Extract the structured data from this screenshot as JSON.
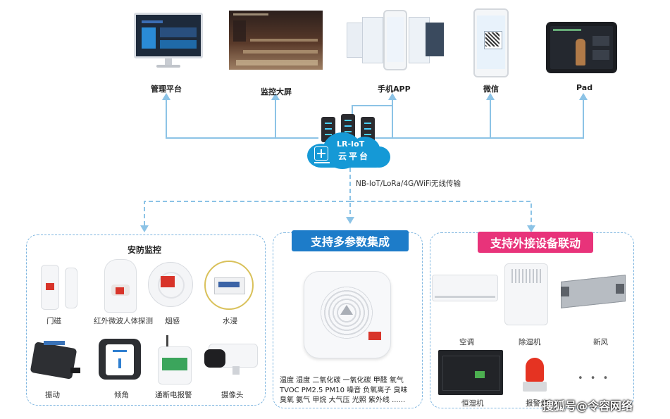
{
  "colors": {
    "line": "#8cc3e6",
    "cloud": "#1599d6",
    "banner_blue": "#1d7cc9",
    "banner_pink": "#e8337a"
  },
  "top_devices": [
    {
      "name": "management-platform",
      "label": "管理平台"
    },
    {
      "name": "monitor-wall",
      "label": "监控大屏"
    },
    {
      "name": "mobile-app",
      "label": "手机APP"
    },
    {
      "name": "wechat",
      "label": "微信"
    },
    {
      "name": "pad",
      "label": "Pad"
    }
  ],
  "cloud": {
    "title": "LR-IoT",
    "subtitle": "云平台"
  },
  "transport_label": "NB-IoT/LoRa/4G/WiFi无线传输",
  "security": {
    "title": "安防监控",
    "items": [
      {
        "name": "door-sensor",
        "label": "门磁"
      },
      {
        "name": "pir-detector",
        "label": "红外微波人体探测"
      },
      {
        "name": "smoke-detector",
        "label": "烟感"
      },
      {
        "name": "water-leak",
        "label": "水浸"
      },
      {
        "name": "vibration",
        "label": "振动"
      },
      {
        "name": "tilt",
        "label": "倾角"
      },
      {
        "name": "power-cut-alarm",
        "label": "通断电报警"
      },
      {
        "name": "camera",
        "label": "摄像头"
      }
    ]
  },
  "multi_param": {
    "banner": "支持多参数集成",
    "lines": [
      "温度  湿度  二氧化碳 一氧化碳  甲醛  氧气",
      "TVOC  PM2.5  PM10  噪音  负氧离子 臭味",
      "臭氧  氨气  甲烷  大气压  光照 紫外线  ......"
    ]
  },
  "linkage": {
    "banner": "支持外接设备联动",
    "items": [
      {
        "name": "air-conditioner",
        "label": "空调"
      },
      {
        "name": "dehumidifier",
        "label": "除湿机"
      },
      {
        "name": "fresh-air",
        "label": "新风"
      },
      {
        "name": "humidistat",
        "label": "恒湿机"
      },
      {
        "name": "alarm-light",
        "label": "报警灯"
      }
    ],
    "more": "• • •"
  },
  "watermark": "搜狐号@令容网络"
}
